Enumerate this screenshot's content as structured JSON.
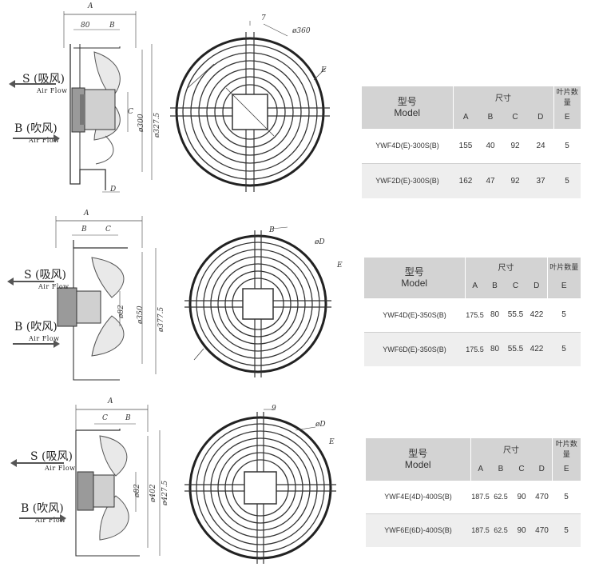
{
  "airflow": {
    "suction_label": "S (吸风)",
    "blow_label": "B (吹风)",
    "sub": "Air Flow"
  },
  "sections": [
    {
      "dims_side": {
        "A": "A",
        "w80": "80",
        "B": "B",
        "C": "C",
        "D": "D",
        "phi300": "ø300",
        "phi327": "ø327.5"
      },
      "dims_front": {
        "t7": "7",
        "phi360": "ø360",
        "E": "E"
      },
      "table": {
        "model_zh": "型号",
        "model_en": "Model",
        "size": "尺寸",
        "blades": "叶片数量",
        "cols": [
          "A",
          "B",
          "C",
          "D",
          "E"
        ],
        "rows": [
          {
            "model": "YWF4D(E)-300S(B)",
            "A": "155",
            "B": "40",
            "C": "92",
            "D": "24",
            "E": "5"
          },
          {
            "model": "YWF2D(E)-300S(B)",
            "A": "162",
            "B": "47",
            "C": "92",
            "D": "37",
            "E": "5"
          }
        ]
      }
    },
    {
      "dims_side": {
        "A": "A",
        "B": "B",
        "C": "C",
        "phi350": "ø350",
        "phi377": "ø377.5",
        "phi82": "ø82"
      },
      "dims_front": {
        "B": "B",
        "phiD": "øD",
        "E": "E"
      },
      "table": {
        "model_zh": "型号",
        "model_en": "Model",
        "size": "尺寸",
        "blades": "叶片数量",
        "cols": [
          "A",
          "B",
          "C",
          "D",
          "E"
        ],
        "rows": [
          {
            "model": "YWF4D(E)-350S(B)",
            "A": "175.5",
            "B": "80",
            "C": "55.5",
            "D": "422",
            "E": "5"
          },
          {
            "model": "YWF6D(E)-350S(B)",
            "A": "175.5",
            "B": "80",
            "C": "55.5",
            "D": "422",
            "E": "5"
          }
        ]
      }
    },
    {
      "dims_side": {
        "A": "A",
        "B": "B",
        "C": "C",
        "phi402": "ø402",
        "phi427": "ø427.5",
        "phi82": "ø82"
      },
      "dims_front": {
        "t9": "9",
        "phiD": "øD",
        "E": "E"
      },
      "table": {
        "model_zh": "型号",
        "model_en": "Model",
        "size": "尺寸",
        "blades": "叶片数量",
        "cols": [
          "A",
          "B",
          "C",
          "D",
          "E"
        ],
        "rows": [
          {
            "model": "YWF4E(4D)-400S(B)",
            "A": "187.5",
            "B": "62.5",
            "C": "90",
            "D": "470",
            "E": "5"
          },
          {
            "model": "YWF6E(6D)-400S(B)",
            "A": "187.5",
            "B": "62.5",
            "C": "90",
            "D": "470",
            "E": "5"
          }
        ]
      }
    }
  ]
}
